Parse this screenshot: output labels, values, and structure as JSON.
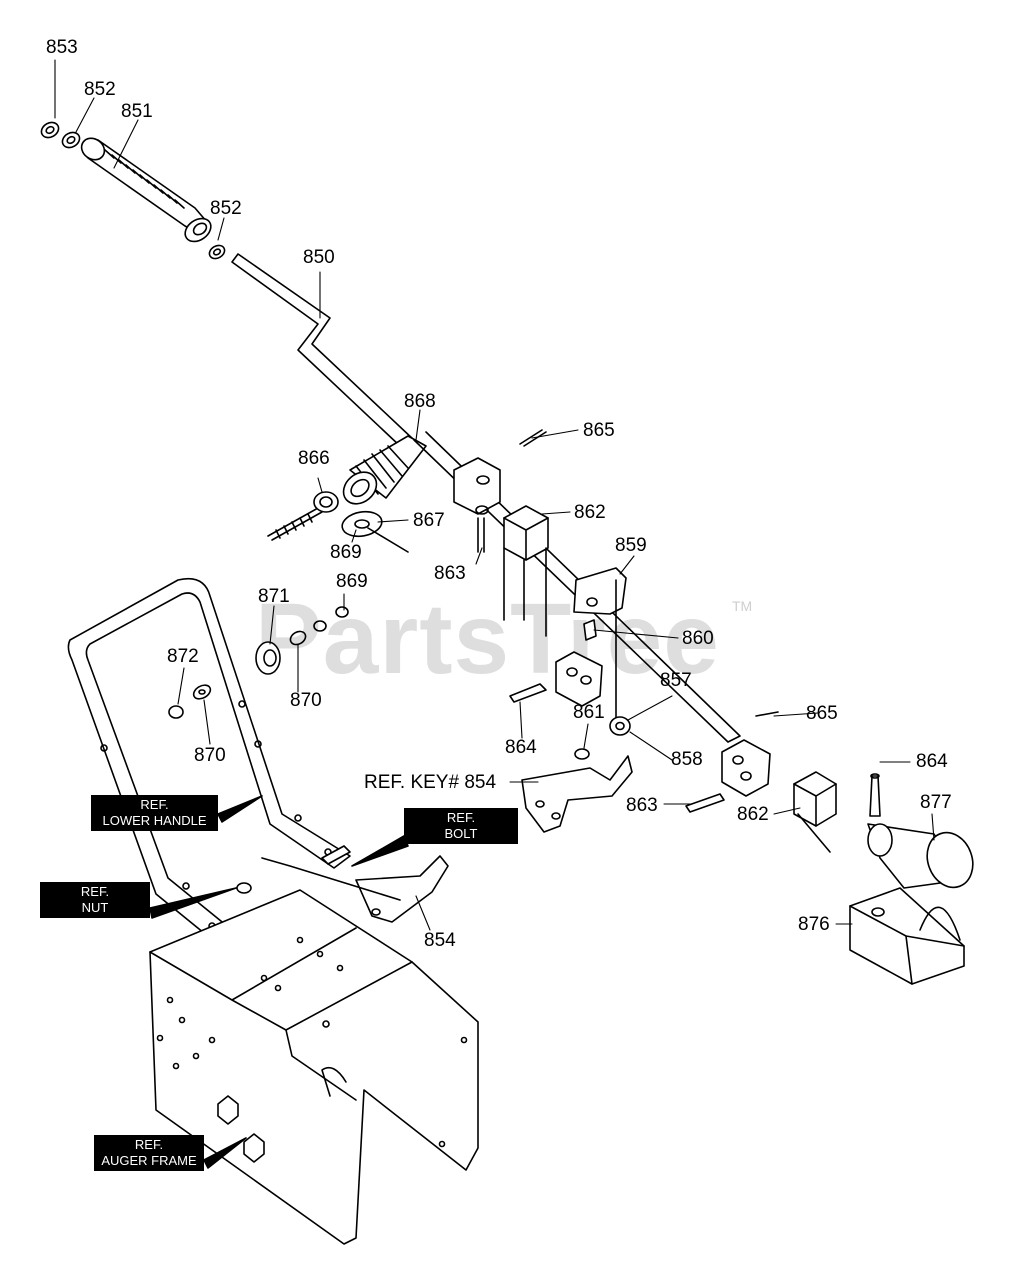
{
  "watermark": {
    "text": "PartsTree",
    "tm": "TM"
  },
  "labels": [
    {
      "id": "853",
      "text": "853"
    },
    {
      "id": "852a",
      "text": "852"
    },
    {
      "id": "851",
      "text": "851"
    },
    {
      "id": "852b",
      "text": "852"
    },
    {
      "id": "850",
      "text": "850"
    },
    {
      "id": "868",
      "text": "868"
    },
    {
      "id": "865a",
      "text": "865"
    },
    {
      "id": "866",
      "text": "866"
    },
    {
      "id": "867",
      "text": "867"
    },
    {
      "id": "862a",
      "text": "862"
    },
    {
      "id": "869a",
      "text": "869"
    },
    {
      "id": "863a",
      "text": "863"
    },
    {
      "id": "859",
      "text": "859"
    },
    {
      "id": "869b",
      "text": "869"
    },
    {
      "id": "871",
      "text": "871"
    },
    {
      "id": "860",
      "text": "860"
    },
    {
      "id": "872",
      "text": "872"
    },
    {
      "id": "870a",
      "text": "870"
    },
    {
      "id": "857",
      "text": "857"
    },
    {
      "id": "865b",
      "text": "865"
    },
    {
      "id": "864a",
      "text": "864"
    },
    {
      "id": "861",
      "text": "861"
    },
    {
      "id": "870b",
      "text": "870"
    },
    {
      "id": "858",
      "text": "858"
    },
    {
      "id": "864b",
      "text": "864"
    },
    {
      "id": "refkey",
      "text": "REF. KEY# 854"
    },
    {
      "id": "877",
      "text": "877"
    },
    {
      "id": "863b",
      "text": "863"
    },
    {
      "id": "862b",
      "text": "862"
    },
    {
      "id": "876",
      "text": "876"
    },
    {
      "id": "854",
      "text": "854"
    }
  ],
  "ref_boxes": {
    "lower_handle": {
      "line1": "REF.",
      "line2": "LOWER HANDLE"
    },
    "bolt": {
      "line1": "REF.",
      "line2": "BOLT"
    },
    "nut": {
      "line1": "REF.",
      "line2": "NUT"
    },
    "auger_frame": {
      "line1": "REF.",
      "line2": "AUGER FRAME"
    }
  }
}
